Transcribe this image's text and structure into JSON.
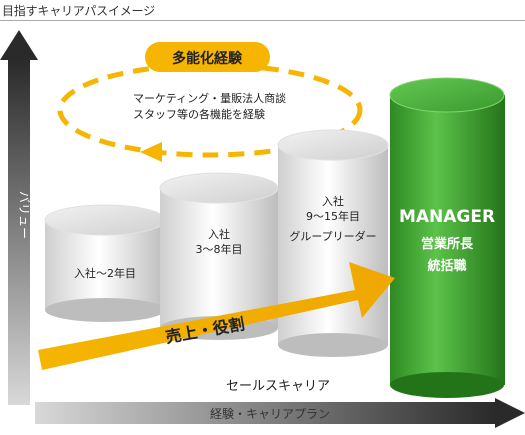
{
  "title": "目指すキャリアパスイメージ",
  "y_axis_label": "バリュー",
  "x_axis_label": "経験・キャリアプラン",
  "multi_skill": {
    "badge": "多能化経験",
    "line1": "マーケティング・量販法人商談",
    "line2": "スタッフ等の各機能を経験"
  },
  "arrow_label": "売上・役割",
  "bottom_label": "セールスキャリア",
  "stages": [
    {
      "lines": [
        "入社〜2年目"
      ]
    },
    {
      "lines": [
        "入社",
        "3〜8年目"
      ]
    },
    {
      "lines": [
        "入社",
        "9〜15年目",
        "グループリーダー"
      ]
    }
  ],
  "manager": {
    "title": "MANAGER",
    "line1": "営業所長",
    "line2": "統括職"
  },
  "colors": {
    "accent_yellow": "#f5b500",
    "manager_green": "#3a9a2e",
    "axis_dark": "#3a3a3a"
  }
}
